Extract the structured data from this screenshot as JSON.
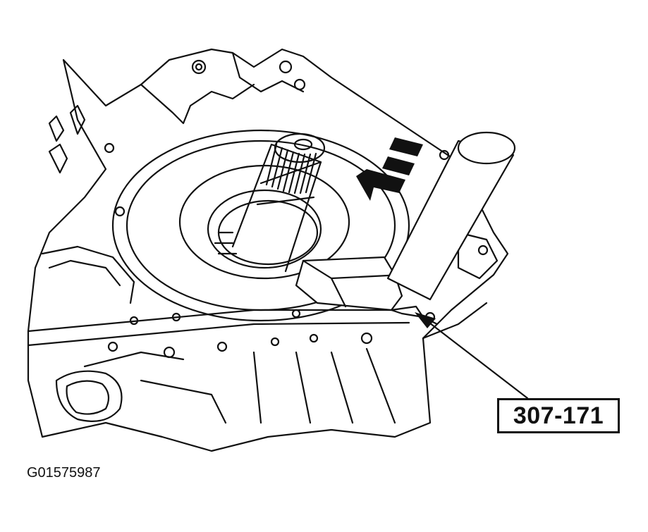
{
  "diagram": {
    "callout_label": "307-171",
    "figure_id": "G01575987",
    "colors": {
      "ink": "#111111",
      "paper": "#ffffff"
    },
    "parts": [
      "transmission-case",
      "oil-pump-seal-bore",
      "input-shaft",
      "seal-installer-tool"
    ],
    "arrow_icon": "direction-arrow-icon"
  }
}
